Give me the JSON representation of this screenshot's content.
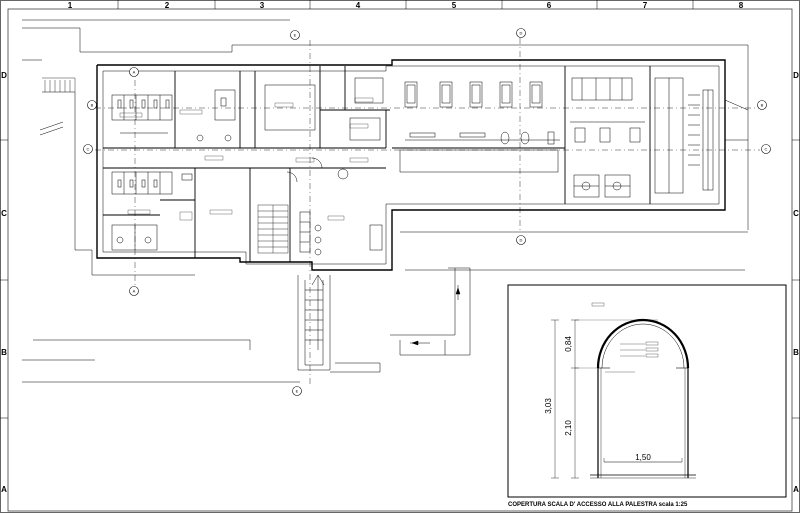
{
  "grid": {
    "columns": [
      "1",
      "2",
      "3",
      "4",
      "5",
      "6",
      "7",
      "8"
    ],
    "rows": [
      "D",
      "C",
      "B",
      "A"
    ]
  },
  "section_markers": {
    "a": "A",
    "b": "B",
    "c": "C",
    "d": "D",
    "e": "E"
  },
  "detail": {
    "title": "COPERTURA SCALA D' ACCESSO ALLA PALESTRA scala 1:25",
    "dims": {
      "height_total": "3,03",
      "height_lower": "2,10",
      "height_arch": "0,84",
      "width": "1,50"
    }
  }
}
